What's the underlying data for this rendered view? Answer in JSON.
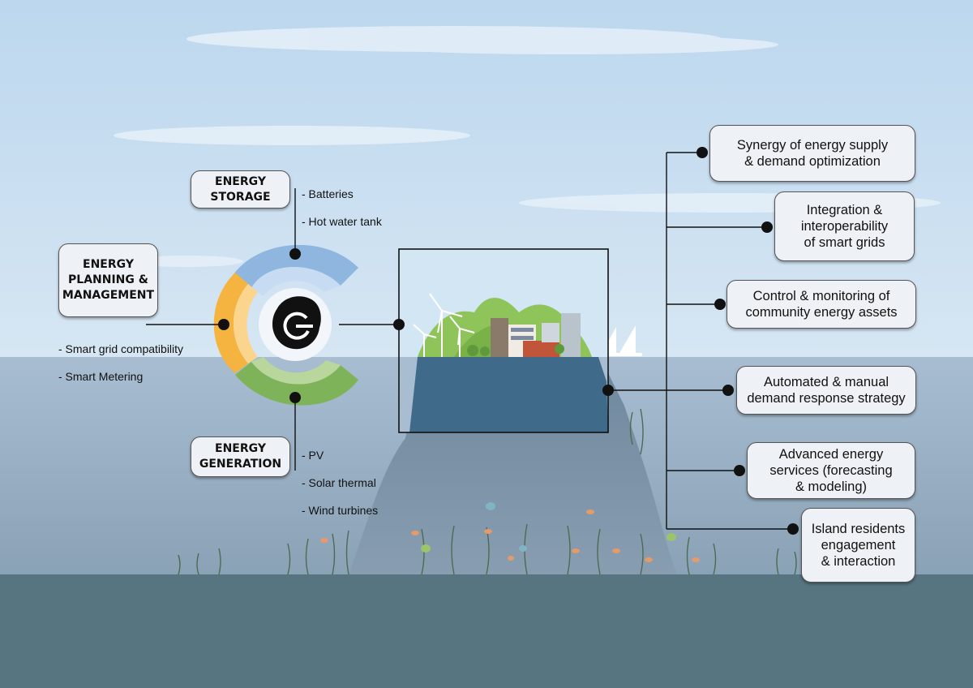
{
  "categories": {
    "storage": {
      "title": "ENERGY\nSTORAGE",
      "items": [
        "- Batteries",
        "- Hot water tank"
      ]
    },
    "planning": {
      "title": "ENERGY\nPLANNING &\nMANAGEMENT",
      "items": [
        "- Smart grid compatibility",
        "- Smart Metering"
      ]
    },
    "generation": {
      "title": "ENERGY\nGENERATION",
      "items": [
        "- PV",
        "- Solar thermal",
        "- Wind turbines"
      ]
    }
  },
  "services": [
    "Synergy of energy supply\n& demand optimization",
    "Integration &\ninteroperability\nof smart grids",
    "Control & monitoring of\ncommunity energy assets",
    "Automated & manual\ndemand response strategy",
    "Advanced energy\nservices (forecasting\n& modeling)",
    "Island residents\nengagement\n& interaction"
  ],
  "colors": {
    "sky": "#c9def0",
    "sea_upper": "#9cb3c8",
    "sea_floor": "#567581",
    "storage_arc": "#7fa8d8",
    "planning_arc": "#f5b440",
    "generation_arc": "#7fb35a",
    "island_green": "#8fc45a",
    "rock": "#3f6a8a"
  },
  "icons": {
    "logo": "island-logo-icon",
    "connector": "connector-dot-icon"
  }
}
